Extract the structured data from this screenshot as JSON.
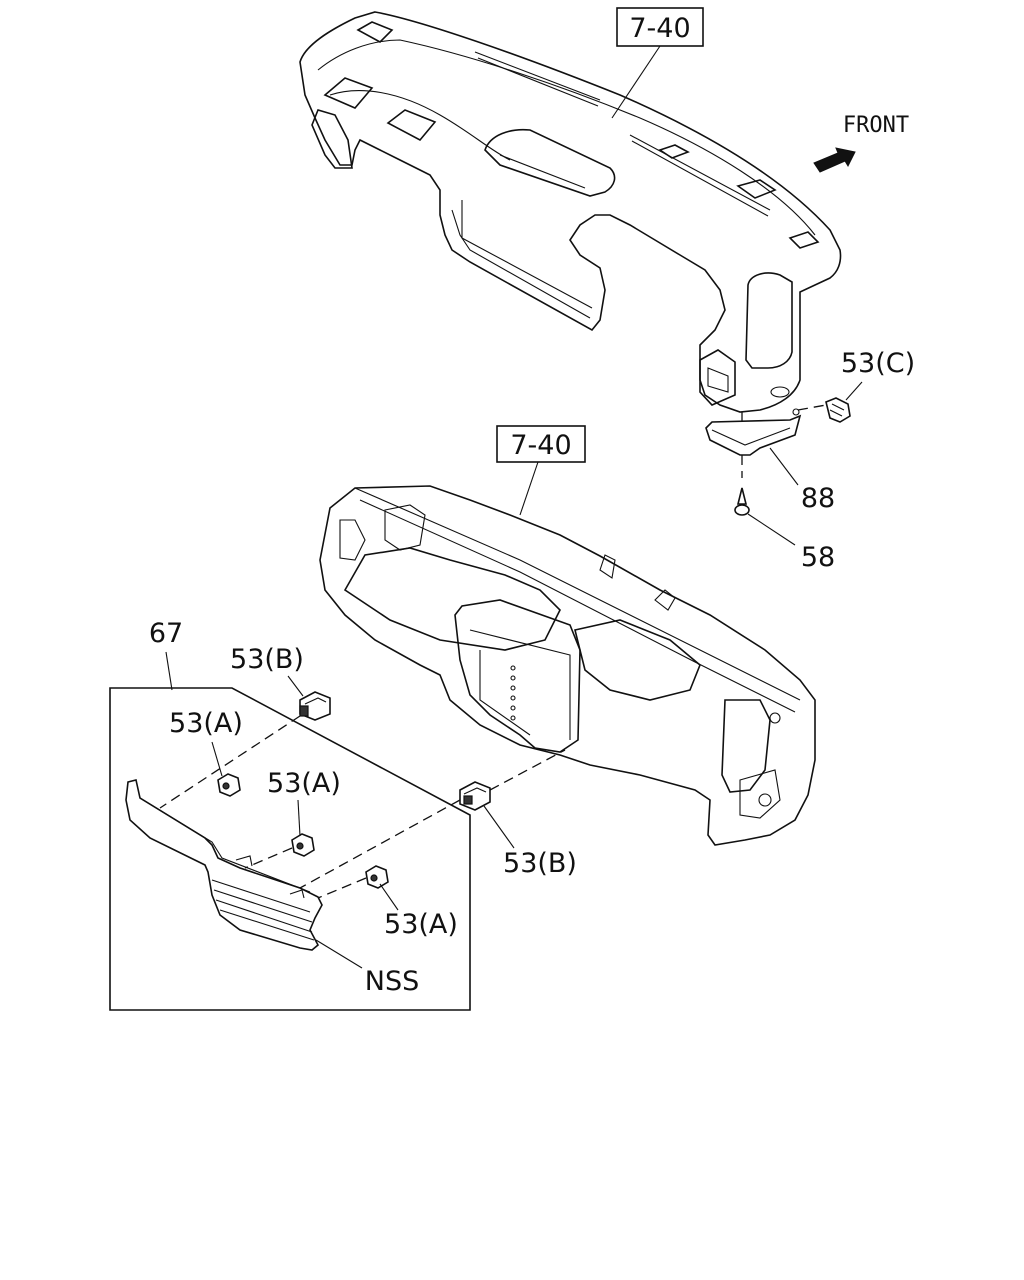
{
  "front_indicator": {
    "label": "FRONT",
    "icon": "front-arrow-icon"
  },
  "reference_boxes": [
    {
      "text": "7-40"
    },
    {
      "text": "7-40"
    }
  ],
  "callouts": {
    "c53c": "53(C)",
    "c88": "88",
    "c58": "58",
    "c67": "67",
    "c53b_top": "53(B)",
    "c53a_1": "53(A)",
    "c53a_2": "53(A)",
    "c53b_right": "53(B)",
    "c53a_3": "53(A)",
    "nss": "NSS"
  }
}
